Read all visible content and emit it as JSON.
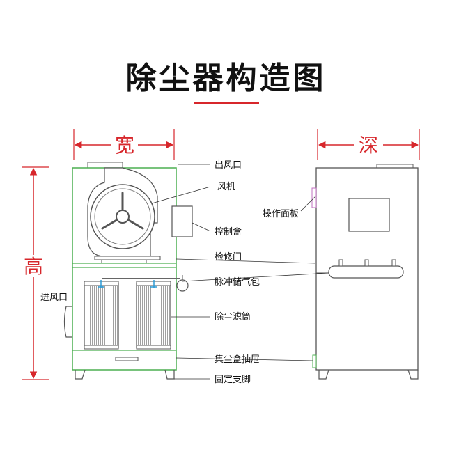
{
  "title": "除尘器构造图",
  "colors": {
    "accent": "#d7262b",
    "frame": "#4caf50",
    "line": "#333333"
  },
  "dimensions": {
    "width": "宽",
    "depth": "深",
    "height": "高"
  },
  "labels": {
    "outlet": "出风口",
    "fan": "风机",
    "panel": "操作面板",
    "control_box": "控制盒",
    "access_door": "检修门",
    "pulse_tank": "脉冲储气包",
    "filter": "除尘滤筒",
    "dust_drawer": "集尘盒抽屉",
    "legs": "固定支脚",
    "inlet": "进风口"
  }
}
